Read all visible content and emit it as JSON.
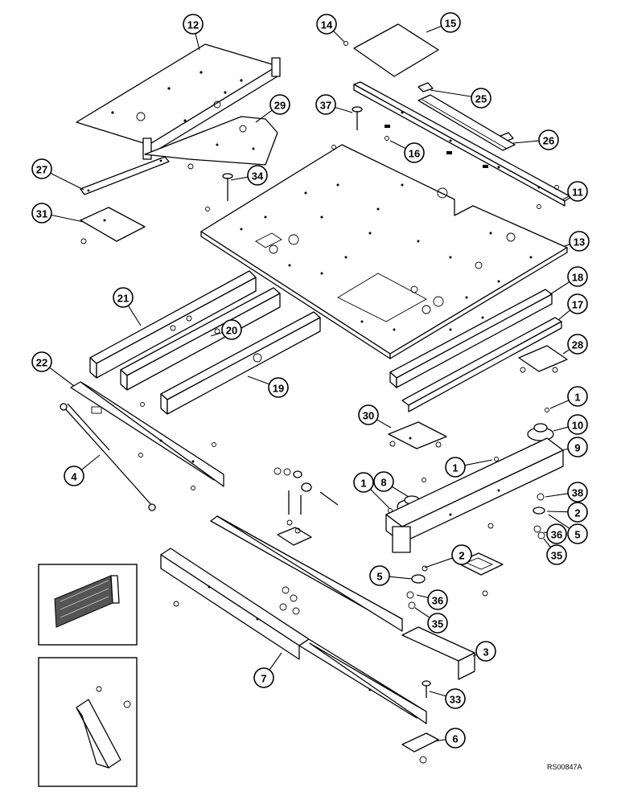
{
  "diagram": {
    "reference_code": "RS00847A",
    "callouts": [
      {
        "id": "c12",
        "label": "12"
      },
      {
        "id": "c14",
        "label": "14"
      },
      {
        "id": "c15",
        "label": "15"
      },
      {
        "id": "c29",
        "label": "29"
      },
      {
        "id": "c37",
        "label": "37"
      },
      {
        "id": "c25",
        "label": "25"
      },
      {
        "id": "c26",
        "label": "26"
      },
      {
        "id": "c16",
        "label": "16"
      },
      {
        "id": "c27",
        "label": "27"
      },
      {
        "id": "c34",
        "label": "34"
      },
      {
        "id": "c11",
        "label": "11"
      },
      {
        "id": "c31",
        "label": "31"
      },
      {
        "id": "c13",
        "label": "13"
      },
      {
        "id": "c21",
        "label": "21"
      },
      {
        "id": "c18",
        "label": "18"
      },
      {
        "id": "c20",
        "label": "20"
      },
      {
        "id": "c17",
        "label": "17"
      },
      {
        "id": "c22",
        "label": "22"
      },
      {
        "id": "c28",
        "label": "28"
      },
      {
        "id": "c19",
        "label": "19"
      },
      {
        "id": "c1a",
        "label": "1"
      },
      {
        "id": "c30",
        "label": "30"
      },
      {
        "id": "c10",
        "label": "10"
      },
      {
        "id": "c9",
        "label": "9"
      },
      {
        "id": "c4",
        "label": "4"
      },
      {
        "id": "c1b",
        "label": "1"
      },
      {
        "id": "c8",
        "label": "8"
      },
      {
        "id": "c1c",
        "label": "1"
      },
      {
        "id": "c38",
        "label": "38"
      },
      {
        "id": "c2a",
        "label": "2"
      },
      {
        "id": "c36a",
        "label": "36"
      },
      {
        "id": "c5a",
        "label": "5"
      },
      {
        "id": "c35a",
        "label": "35"
      },
      {
        "id": "c2b",
        "label": "2"
      },
      {
        "id": "c5b",
        "label": "5"
      },
      {
        "id": "c36b",
        "label": "36"
      },
      {
        "id": "c35b",
        "label": "35"
      },
      {
        "id": "c3",
        "label": "3"
      },
      {
        "id": "c7",
        "label": "7"
      },
      {
        "id": "c33",
        "label": "33"
      },
      {
        "id": "c6",
        "label": "6"
      }
    ]
  }
}
